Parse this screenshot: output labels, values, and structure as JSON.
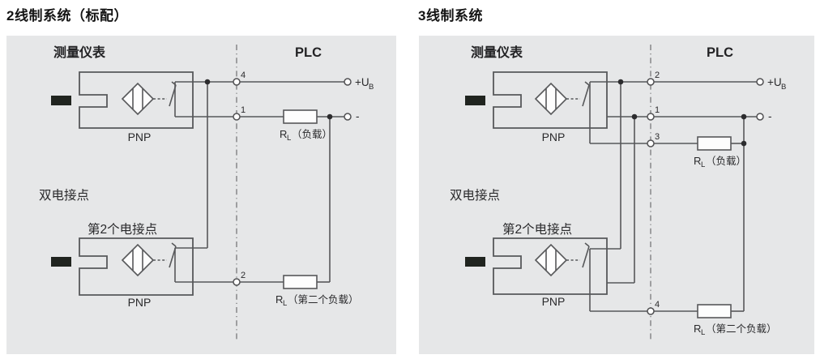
{
  "colors": {
    "panel_background": "#e6e7e8",
    "wire_line": "#57585a",
    "text": "#2a2a2c",
    "target_bar": "#20241f",
    "symbol_fill": "#fdfdfd"
  },
  "left_diagram": {
    "title": "2线制系统（标配）",
    "instrument_label": "测量仪表",
    "plc_label": "PLC",
    "dual_contact_label": "双电接点",
    "second_contact_label": "第2个电接点",
    "sensor1_type": "PNP",
    "sensor2_type": "PNP",
    "terminal_top": "4",
    "terminal_mid": "1",
    "terminal_bottom": "2",
    "supply_positive": {
      "text": "+U",
      "subscript": "B"
    },
    "supply_negative": "-",
    "load1": {
      "symbol": "R",
      "subscript": "L",
      "note": "（负载）"
    },
    "load2": {
      "symbol": "R",
      "subscript": "L",
      "note": "（第二个负载）"
    }
  },
  "right_diagram": {
    "title": "3线制系统",
    "instrument_label": "测量仪表",
    "plc_label": "PLC",
    "dual_contact_label": "双电接点",
    "second_contact_label": "第2个电接点",
    "sensor1_type": "PNP",
    "sensor2_type": "PNP",
    "terminal_top": "2",
    "terminal_mid": "1",
    "terminal_third": "3",
    "terminal_bottom": "4",
    "supply_positive": {
      "text": "+U",
      "subscript": "B"
    },
    "supply_negative": "-",
    "load1": {
      "symbol": "R",
      "subscript": "L",
      "note": "（负载）"
    },
    "load2": {
      "symbol": "R",
      "subscript": "L",
      "note": "（第二个负载）"
    }
  }
}
